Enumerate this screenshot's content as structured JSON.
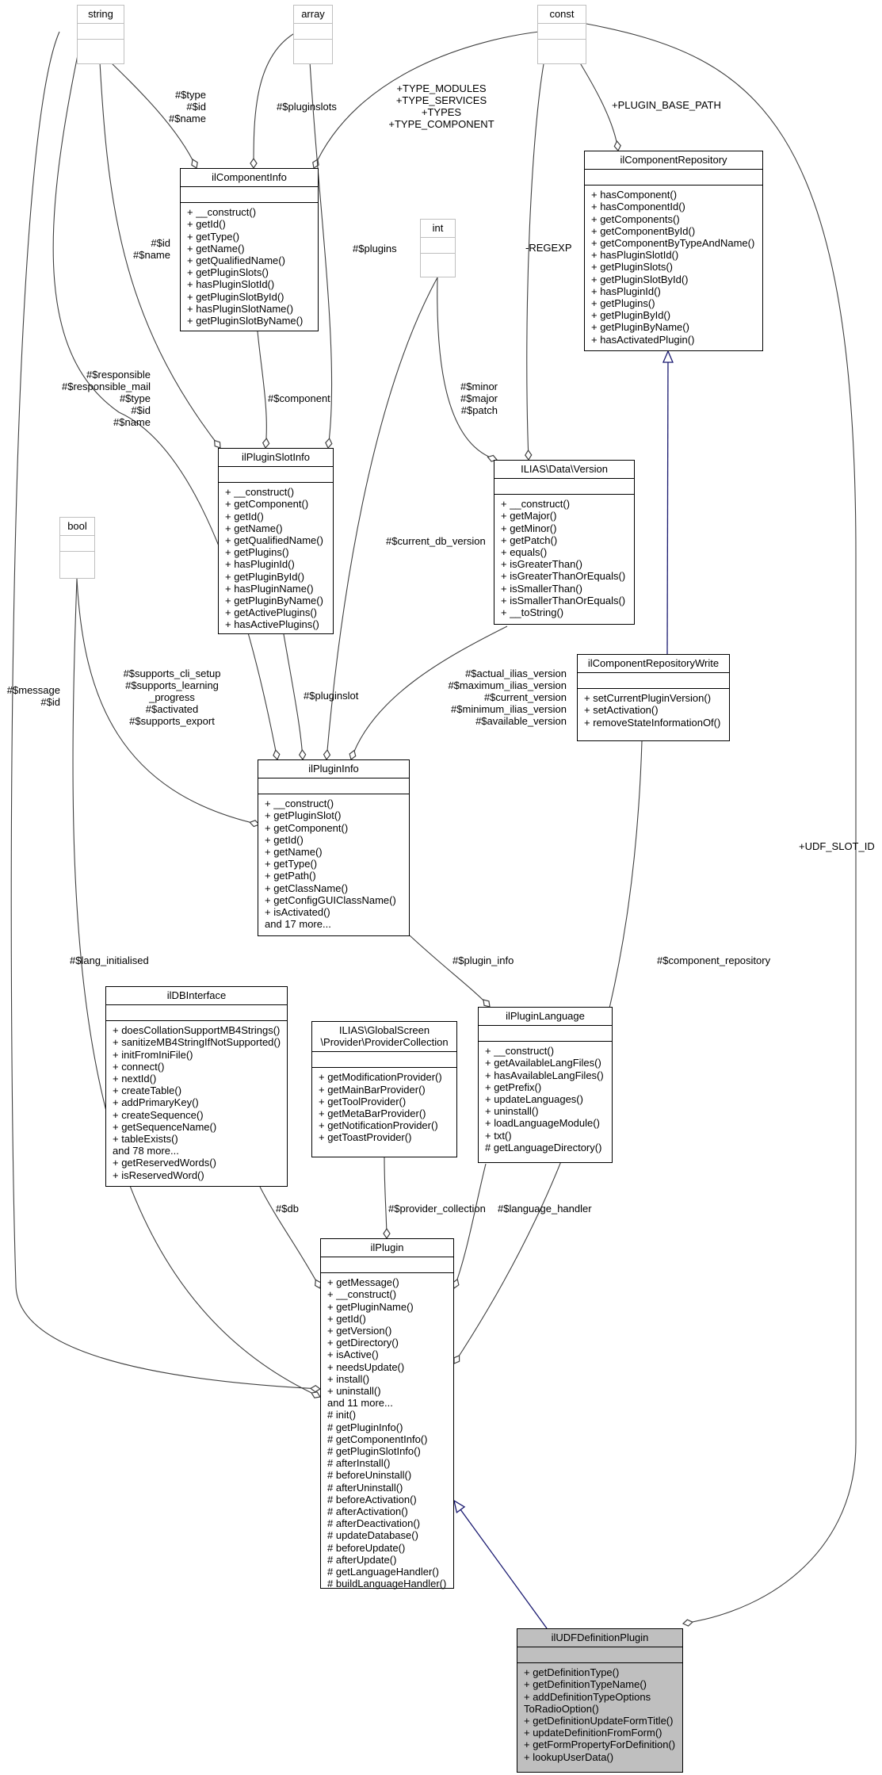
{
  "classes": {
    "string": {
      "name": "string"
    },
    "array": {
      "name": "array"
    },
    "const": {
      "name": "const"
    },
    "int": {
      "name": "int"
    },
    "bool": {
      "name": "bool"
    },
    "ilComponentInfo": {
      "name": "ilComponentInfo",
      "methods": [
        "+ __construct()",
        "+ getId()",
        "+ getType()",
        "+ getName()",
        "+ getQualifiedName()",
        "+ getPluginSlots()",
        "+ hasPluginSlotId()",
        "+ getPluginSlotById()",
        "+ hasPluginSlotName()",
        "+ getPluginSlotByName()"
      ]
    },
    "ilComponentRepository": {
      "name": "ilComponentRepository",
      "methods": [
        "+ hasComponent()",
        "+ hasComponentId()",
        "+ getComponents()",
        "+ getComponentById()",
        "+ getComponentByTypeAndName()",
        "+ hasPluginSlotId()",
        "+ getPluginSlots()",
        "+ getPluginSlotById()",
        "+ hasPluginId()",
        "+ getPlugins()",
        "+ getPluginById()",
        "+ getPluginByName()",
        "+ hasActivatedPlugin()"
      ]
    },
    "ilPluginSlotInfo": {
      "name": "ilPluginSlotInfo",
      "methods": [
        "+ __construct()",
        "+ getComponent()",
        "+ getId()",
        "+ getName()",
        "+ getQualifiedName()",
        "+ getPlugins()",
        "+ hasPluginId()",
        "+ getPluginById()",
        "+ hasPluginName()",
        "+ getPluginByName()",
        "+ getActivePlugins()",
        "+ hasActivePlugins()"
      ]
    },
    "version": {
      "name": "ILIAS\\Data\\Version",
      "methods": [
        "+ __construct()",
        "+ getMajor()",
        "+ getMinor()",
        "+ getPatch()",
        "+ equals()",
        "+ isGreaterThan()",
        "+ isGreaterThanOrEquals()",
        "+ isSmallerThan()",
        "+ isSmallerThanOrEquals()",
        "+ __toString()"
      ]
    },
    "ilComponentRepositoryWrite": {
      "name": "ilComponentRepositoryWrite",
      "methods": [
        "+ setCurrentPluginVersion()",
        "+ setActivation()",
        "+ removeStateInformationOf()"
      ]
    },
    "ilPluginInfo": {
      "name": "ilPluginInfo",
      "methods": [
        "+ __construct()",
        "+ getPluginSlot()",
        "+ getComponent()",
        "+ getId()",
        "+ getName()",
        "+ getType()",
        "+ getPath()",
        "+ getClassName()",
        "+ getConfigGUIClassName()",
        "+ isActivated()",
        "and 17 more..."
      ]
    },
    "ilDBInterface": {
      "name": "ilDBInterface",
      "methods": [
        "+ doesCollationSupportMB4Strings()",
        "+ sanitizeMB4StringIfNotSupported()",
        "+ initFromIniFile()",
        "+ connect()",
        "+ nextId()",
        "+ createTable()",
        "+ addPrimaryKey()",
        "+ createSequence()",
        "+ getSequenceName()",
        "+ tableExists()",
        "and 78 more...",
        "+ getReservedWords()",
        "+ isReservedWord()"
      ]
    },
    "providerCollection": {
      "name": "ILIAS\\GlobalScreen\n\\Provider\\ProviderCollection",
      "methods": [
        "+ getModificationProvider()",
        "+ getMainBarProvider()",
        "+ getToolProvider()",
        "+ getMetaBarProvider()",
        "+ getNotificationProvider()",
        "+ getToastProvider()"
      ]
    },
    "ilPluginLanguage": {
      "name": "ilPluginLanguage",
      "methods": [
        "+ __construct()",
        "+ getAvailableLangFiles()",
        "+ hasAvailableLangFiles()",
        "+ getPrefix()",
        "+ updateLanguages()",
        "+ uninstall()",
        "+ loadLanguageModule()",
        "+ txt()",
        "# getLanguageDirectory()"
      ]
    },
    "ilPlugin": {
      "name": "ilPlugin",
      "methods": [
        "+ getMessage()",
        "+ __construct()",
        "+ getPluginName()",
        "+ getId()",
        "+ getVersion()",
        "+ getDirectory()",
        "+ isActive()",
        "+ needsUpdate()",
        "+ install()",
        "+ uninstall()",
        "and 11 more...",
        "# init()",
        "# getPluginInfo()",
        "# getComponentInfo()",
        "# getPluginSlotInfo()",
        "# afterInstall()",
        "# beforeUninstall()",
        "# afterUninstall()",
        "# beforeActivation()",
        "# afterActivation()",
        "# afterDeactivation()",
        "# updateDatabase()",
        "# beforeUpdate()",
        "# afterUpdate()",
        "# getLanguageHandler()",
        "# buildLanguageHandler()"
      ]
    },
    "ilUDFDefinitionPlugin": {
      "name": "ilUDFDefinitionPlugin",
      "methods": [
        "+ getDefinitionType()",
        "+ getDefinitionTypeName()",
        "+ addDefinitionTypeOptions",
        "ToRadioOption()",
        "+ getDefinitionUpdateFormTitle()",
        "+ updateDefinitionFromForm()",
        "+ getFormPropertyForDefinition()",
        "+ lookupUserData()"
      ]
    }
  },
  "edge_labels": {
    "string_componentinfo": "#$type\n#$id\n#$name",
    "array_componentinfo": "#$pluginslots",
    "const_componentinfo": "+TYPE_MODULES\n+TYPE_SERVICES\n+TYPES\n+TYPE_COMPONENT",
    "const_repository": "+PLUGIN_BASE_PATH",
    "const_version": "-REGEXP",
    "string_slotinfo": "#$id\n#$name",
    "array_slotinfo": "#$plugins",
    "componentinfo_slotinfo": "#$component",
    "string_plugininfo": "#$responsible\n#$responsible_mail\n#$type\n#$id\n#$name",
    "int_version": "#$minor\n#$major\n#$patch",
    "int_plugininfo": "#$current_db_version",
    "bool_plugininfo": "#$supports_cli_setup\n#$supports_learning\n_progress\n#$activated\n#$supports_export",
    "slotinfo_plugininfo": "#$pluginslot",
    "version_plugininfo": "#$actual_ilias_version\n#$maximum_ilias_version\n#$current_version\n#$minimum_ilias_version\n#$available_version",
    "string_plugin": "#$message\n#$id",
    "const_udf": "+UDF_SLOT_ID",
    "bool_plugin": "#$lang_initialised",
    "repositorywrite_plugin": "#$component_repository",
    "plugininfo_language": "#$plugin_info",
    "db_plugin": "#$db",
    "provider_plugin": "#$provider_collection",
    "language_plugin": "#$language_handler"
  },
  "colors": {
    "border": "#000000",
    "dim_border": "#bfbfbf",
    "highlight_fill": "#bfbfbf",
    "inheritance_edge": "#191970",
    "edge": "#404040"
  }
}
